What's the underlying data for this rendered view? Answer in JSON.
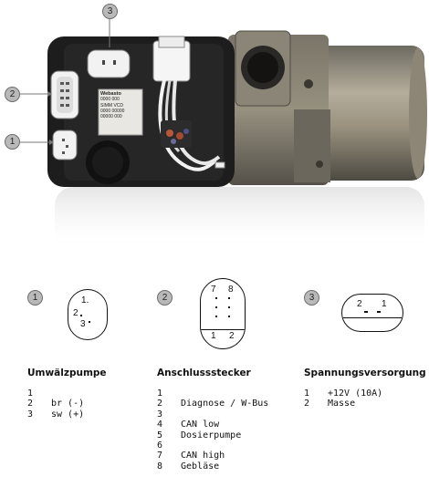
{
  "callouts": [
    {
      "id": "1"
    },
    {
      "id": "2"
    },
    {
      "id": "3"
    }
  ],
  "photo_label": {
    "brand": "Webasto",
    "line1": "0000 000",
    "line2": "SIMM VCD",
    "line3": "0000 00000",
    "line4": "00000 000"
  },
  "diagrams": [
    {
      "badge": "1",
      "pins": [
        "1.",
        "2",
        "3"
      ]
    },
    {
      "badge": "2",
      "pins": [
        "7",
        "8",
        "1",
        "2"
      ]
    },
    {
      "badge": "3",
      "pins": [
        "2",
        "1"
      ]
    }
  ],
  "sections": [
    {
      "title": "Umwälzpumpe",
      "rows": [
        {
          "num": "1",
          "label": ""
        },
        {
          "num": "2",
          "label": "br (-)"
        },
        {
          "num": "3",
          "label": "sw (+)"
        }
      ]
    },
    {
      "title": "Anschlussstecker",
      "rows": [
        {
          "num": "1",
          "label": ""
        },
        {
          "num": "2",
          "label": "Diagnose / W-Bus"
        },
        {
          "num": "3",
          "label": ""
        },
        {
          "num": "4",
          "label": "CAN low"
        },
        {
          "num": "5",
          "label": "Dosierpumpe"
        },
        {
          "num": "6",
          "label": ""
        },
        {
          "num": "7",
          "label": "CAN high"
        },
        {
          "num": "8",
          "label": "Gebläse"
        }
      ]
    },
    {
      "title": "Spannungsversorgung",
      "rows": [
        {
          "num": "1",
          "label": "+12V (10A)"
        },
        {
          "num": "2",
          "label": "Masse"
        }
      ]
    }
  ]
}
